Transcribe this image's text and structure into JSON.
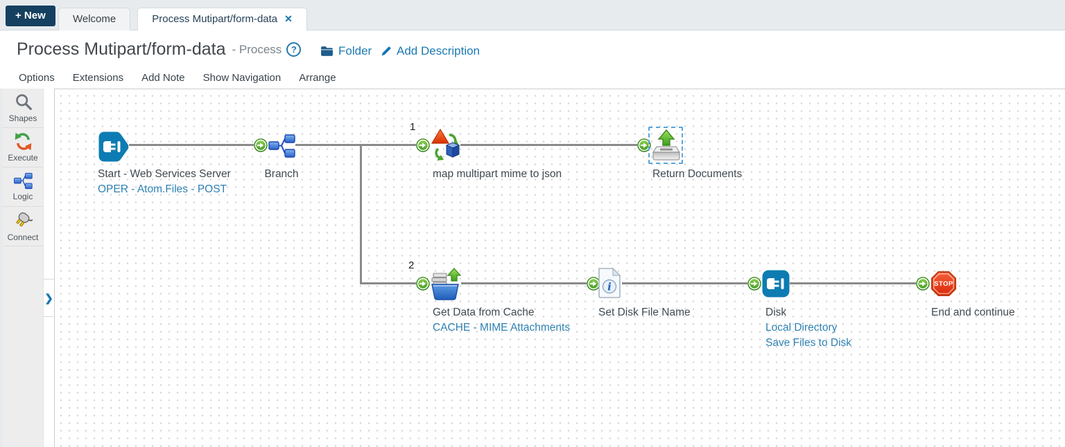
{
  "topbar": {
    "new_button": "+ New",
    "tabs": [
      {
        "label": "Welcome"
      },
      {
        "label": "Process Mutipart/form-data",
        "close": "✕"
      }
    ]
  },
  "header": {
    "title": "Process Mutipart/form-data",
    "type_label": "- Process",
    "help": "?",
    "folder": "Folder",
    "add_description": "Add Description"
  },
  "menubar": {
    "items": [
      "Options",
      "Extensions",
      "Add Note",
      "Show Navigation",
      "Arrange"
    ]
  },
  "sidebar": {
    "items": [
      {
        "label": "Shapes",
        "icon": "magnifier-icon"
      },
      {
        "label": "Execute",
        "icon": "execute-arrows-icon"
      },
      {
        "label": "Logic",
        "icon": "branch-icon"
      },
      {
        "label": "Connect",
        "icon": "plug-icon"
      }
    ],
    "expand": "❯"
  },
  "canvas": {
    "branch_numbers": [
      "1",
      "2"
    ],
    "nodes": {
      "start": {
        "title": "Start - Web Services Server",
        "link": "OPER - Atom.Files - POST"
      },
      "branch": {
        "title": "Branch"
      },
      "map": {
        "title": "map multipart mime to json"
      },
      "return_documents": {
        "title": "Return Documents",
        "selected": true
      },
      "get_cache": {
        "title": "Get Data from Cache",
        "link": "CACHE - MIME Attachments"
      },
      "set_name": {
        "title": "Set Disk File Name"
      },
      "disk": {
        "title": "Disk",
        "link1": "Local Directory",
        "link2": "Save Files to Disk"
      },
      "end": {
        "title": "End and continue",
        "stop": "STOP"
      }
    }
  },
  "colors": {
    "accent_blue": "#0d7cb2",
    "link_blue": "#2e81b2",
    "navy": "#16405f",
    "stop_red": "#e03c12",
    "port_green": "#56a829"
  }
}
